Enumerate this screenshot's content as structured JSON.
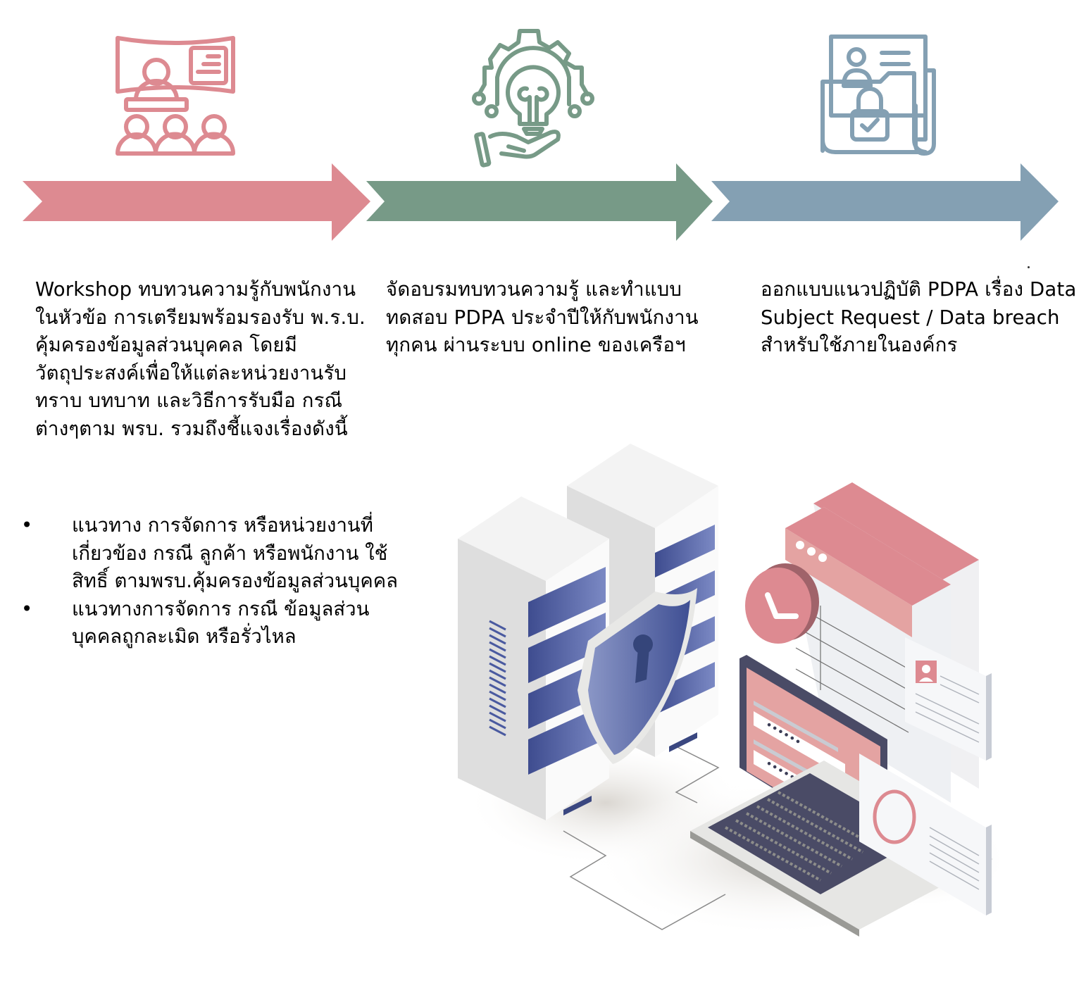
{
  "colors": {
    "step1": "#dd8a91",
    "step2": "#779a87",
    "step3": "#84a0b3",
    "shield": "#4f5f9e",
    "server_panel": "#5664a6",
    "keyboard": "#4a4b66",
    "pink_window": "#e4a3a2"
  },
  "steps": [
    {
      "icon": "presentation-workshop-icon",
      "text": "Workshop ทบทวนความรู้กับพนักงาน ในหัวข้อ การเตรียมพร้อมรองรับ พ.ร.บ. คุ้มครองข้อมูลส่วนบุคคล โดยมีวัตถุประสงค์เพื่อให้แต่ละหน่วยงานรับทราบ บทบาท และวิธีการรับมือ กรณีต่างๆตาม พรบ. รวมถึงชี้แจงเรื่องดังนี้"
    },
    {
      "icon": "lightbulb-gear-hand-icon",
      "text": "จัดอบรมทบทวนความรู้ และทำแบบทดสอบ PDPA ประจำปีให้กับพนักงานทุกคน ผ่านระบบ online ของเครือฯ"
    },
    {
      "icon": "secure-folder-document-icon",
      "text": "ออกแบบแนวปฏิบัติ PDPA เรื่อง Data Subject Request / Data breach  สำหรับใช้ภายในองค์กร"
    }
  ],
  "bullets": {
    "marker": "•",
    "items": [
      "แนวทาง การจัดการ หรือหน่วยงานที่เกี่ยวข้อง กรณี ลูกค้า หรือพนักงาน ใช้สิทธิ์ ตามพรบ.คุ้มครองข้อมูลส่วนบุคคล",
      "แนวทางการจัดการ กรณี ข้อมูลส่วนบุคคลถูกละเมิด หรือรั่วไหล"
    ]
  },
  "illustration": {
    "name": "data-security-illustration",
    "password_mask": "••••••"
  }
}
